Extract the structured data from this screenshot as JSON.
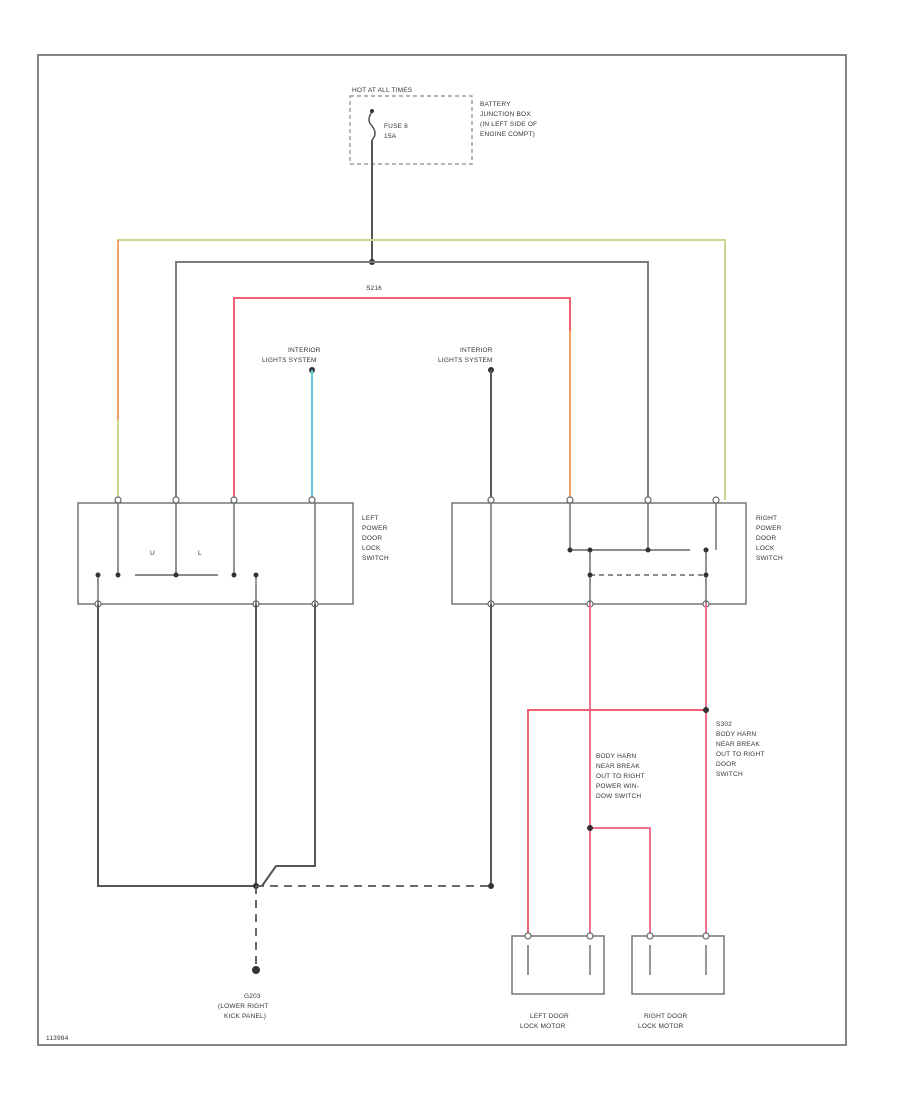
{
  "diagram": {
    "battery_header": "HOT AT ALL TIMES",
    "fuse_lines": [
      "FUSE 8",
      "15A"
    ],
    "battery_box_lines": [
      "BATTERY",
      "JUNCTION BOX",
      "(IN LEFT SIDE OF",
      "ENGINE COMPT)"
    ],
    "splice_top": "S216",
    "interior_light_left": [
      "INTERIOR",
      "LIGHTS SYSTEM"
    ],
    "interior_light_right": [
      "INTERIOR",
      "LIGHTS SYSTEM"
    ],
    "left_switch_label": [
      "LEFT",
      "POWER",
      "DOOR",
      "LOCK",
      "SWITCH"
    ],
    "right_switch_label": [
      "RIGHT",
      "POWER",
      "DOOR",
      "LOCK",
      "SWITCH"
    ],
    "left_switch_letters": [
      "U",
      "L"
    ],
    "body_harness_left": [
      "BODY HARN",
      "NEAR BREAK",
      "OUT TO RIGHT",
      "POWER WIN-",
      "DOW SWITCH"
    ],
    "body_harness_right": [
      "BODY HARN",
      "NEAR BREAK",
      "OUT TO RIGHT",
      "DOOR",
      "SWITCH"
    ],
    "splice_right": "S302",
    "ground_label": [
      "G203",
      "(LOWER RIGHT",
      "KICK PANEL)"
    ],
    "left_motor_label": [
      "LEFT DOOR",
      "LOCK MOTOR"
    ],
    "right_motor_label": [
      "RIGHT DOOR",
      "LOCK MOTOR"
    ],
    "footer_code": "113984",
    "wire_colors": {
      "black": "#555555",
      "orange": "#f0a060",
      "red": "#f06070",
      "lightgreen": "#c8d890",
      "cyan": "#60c8d8",
      "pink": "#f07090"
    }
  }
}
